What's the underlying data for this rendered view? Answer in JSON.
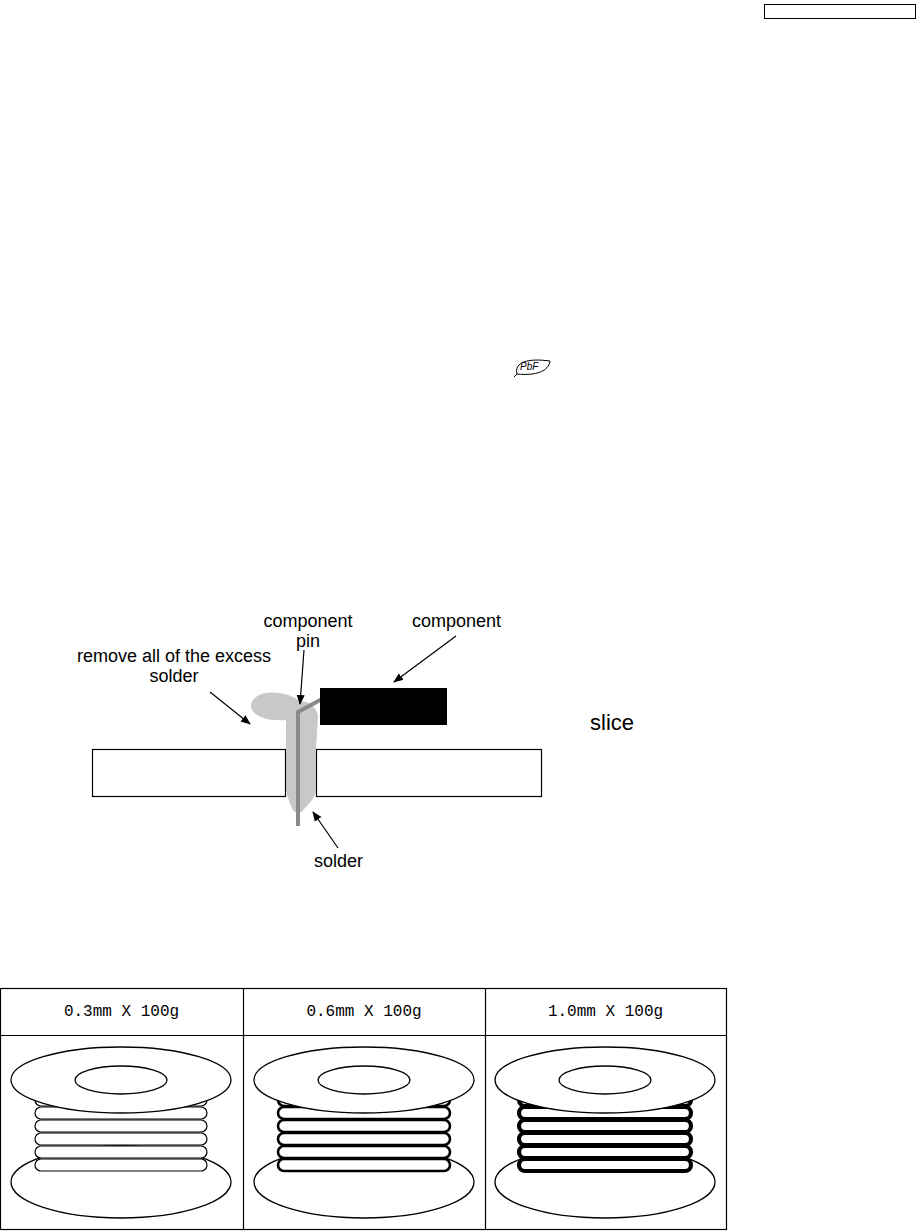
{
  "diagram": {
    "labels": [
      "component pin",
      "component",
      "remove all of the excess solder",
      "slice",
      "solder",
      "PbF",
      "0.3mm X 100g",
      "0.6mm X 100g",
      "1.0mm X 100g"
    ]
  }
}
